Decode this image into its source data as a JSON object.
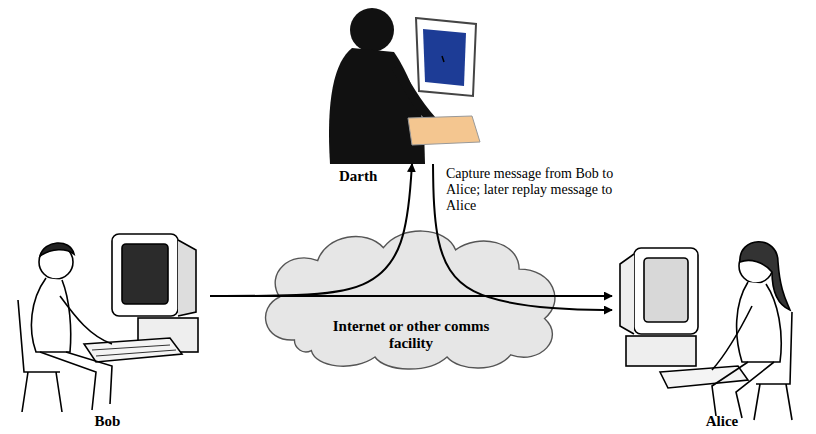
{
  "diagram": {
    "nodes": [
      {
        "text": [
          "Darth"
        ]
      },
      {
        "text": [
          "Bob"
        ]
      },
      {
        "text": [
          "Internet or other comms facility"
        ]
      },
      {
        "text": [
          "Alice"
        ]
      }
    ],
    "edges": [
      {
        "from": 1,
        "to": 3,
        "arrow": "to"
      },
      {
        "from": 1,
        "to": 0,
        "arrow": "to"
      },
      {
        "from": 0,
        "to": 3,
        "arrow": "to"
      }
    ],
    "labels": [
      "Capture message from Bob to Alice; later replay message to Alice"
    ]
  }
}
